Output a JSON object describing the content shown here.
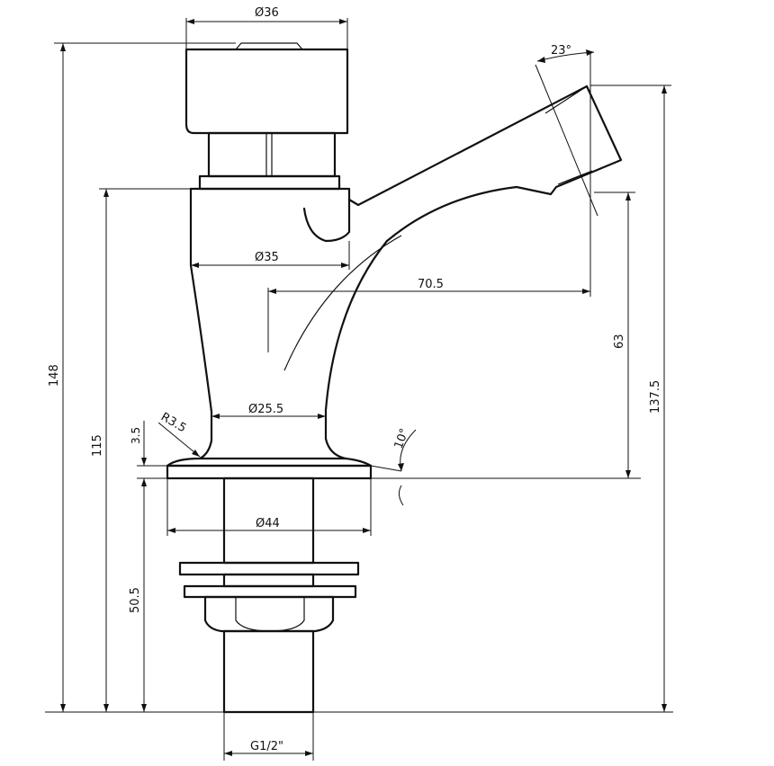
{
  "drawing": {
    "dimensions": {
      "head_diameter": "Ø36",
      "spout_angle": "23°",
      "body_diameter": "Ø35",
      "spout_reach": "70.5",
      "spout_height": "63",
      "total_height": "148",
      "body_height": "115",
      "neck_diameter": "Ø25.5",
      "fillet_radius": "R3.5",
      "base_thickness": "3.5",
      "base_angle": "10°",
      "overall_height_spout": "137.5",
      "flange_diameter": "Ø44",
      "shank_length": "50.5",
      "thread_size": "G1/2\""
    }
  }
}
